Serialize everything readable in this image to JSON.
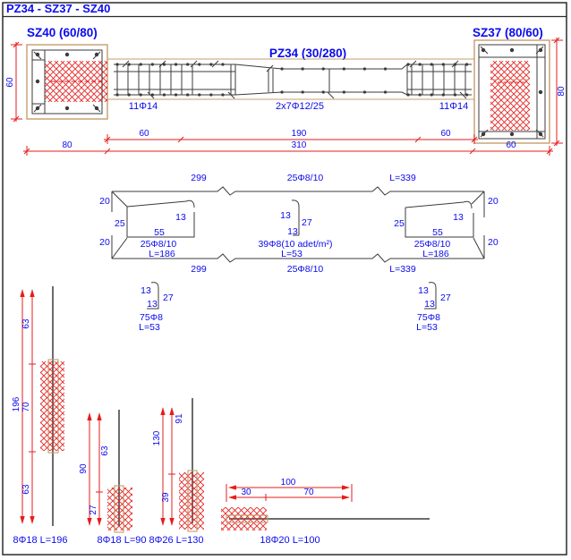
{
  "title_bar": {
    "title": "PZ34 - SZ37 - SZ40"
  },
  "colors": {
    "annotation_blue": "#0b0bee",
    "dimension_red": "#e61c1c",
    "concrete_tan": "#c69c6d",
    "rebar_dark": "#3b3b3b",
    "hatch_red": "#e62626"
  },
  "elevation": {
    "left_column_label": "SZ40 (60/80)",
    "right_column_label": "SZ37 (80/60)",
    "beam_label": "PZ34 (30/280)",
    "left_col_height": "60",
    "right_col_height": "80",
    "bottom_bars_left": "11Φ14",
    "web_bars": "2x7Φ12/25",
    "bottom_bars_right": "11Φ14",
    "dim_row1": [
      "60",
      "190",
      "60"
    ],
    "dim_row2": [
      "80",
      "310",
      "60"
    ]
  },
  "stirrup_plan": {
    "top_dims": [
      "299",
      "25Φ8/10",
      "L=339"
    ],
    "bottom_dims": [
      "299",
      "25Φ8/10",
      "L=339"
    ],
    "left_edge_dims": [
      "20",
      "25",
      "20"
    ],
    "right_edge_dims": [
      "20",
      "20"
    ],
    "left_stirrup": {
      "hook": "13",
      "width": "55",
      "spec": "25Φ8/10",
      "length": "L=186"
    },
    "middle_tie": {
      "top_hook": "13",
      "height": "27",
      "bottom_hook": "13",
      "spec": "39Φ8(10 adet/m²)",
      "length": "L=53"
    },
    "right_stirrup": {
      "hook": "13",
      "side": "25",
      "width": "55",
      "spec": "25Φ8/10",
      "length": "L=186"
    }
  },
  "cross_ties": [
    {
      "top_hook": "13",
      "height": "27",
      "bottom_hook": "13",
      "spec": "75Φ8",
      "length": "L=53"
    },
    {
      "top_hook": "13",
      "height": "27",
      "bottom_hook": "13",
      "spec": "75Φ8",
      "length": "L=53"
    }
  ],
  "bar_details": [
    {
      "label": "8Φ18 L=196",
      "total": "196",
      "segments": [
        "63",
        "70",
        "63"
      ]
    },
    {
      "label": "8Φ18 L=90",
      "total": "90",
      "segments": [
        "63",
        "27"
      ]
    },
    {
      "label": "8Φ26 L=130",
      "total": "130",
      "segments": [
        "91",
        "39"
      ]
    },
    {
      "label": "18Φ20 L=100",
      "total": "100",
      "segments": [
        "30",
        "70"
      ]
    }
  ]
}
